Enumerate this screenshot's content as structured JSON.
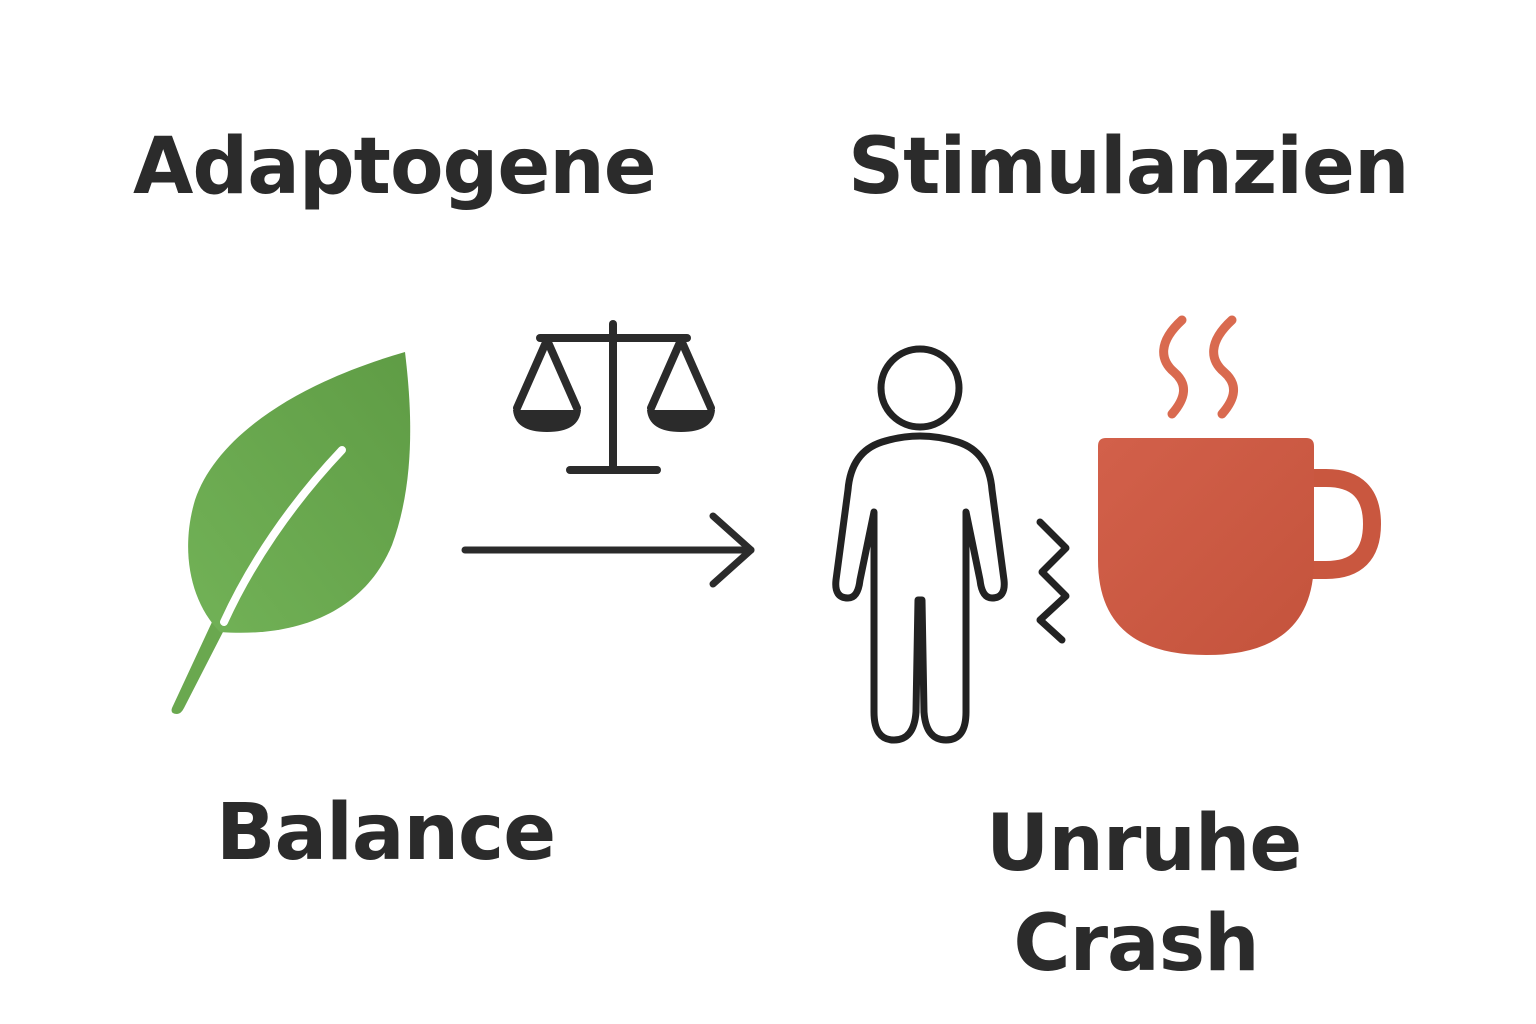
{
  "diagram": {
    "left_title": "Adaptogene",
    "right_title": "Stimulanzien",
    "left_effect": "Balance",
    "right_effects": [
      "Unruhe",
      "Crash"
    ]
  },
  "icons": {
    "leaf": "leaf-icon",
    "scale": "balance-scale-icon",
    "arrow": "arrow-right-icon",
    "person": "person-icon",
    "jitter": "zigzag-jitter-icon",
    "cup": "hot-coffee-cup-icon"
  },
  "colors": {
    "text": "#2b2b2b",
    "leaf": "#6aa84f",
    "cup": "#cc5a42",
    "steam": "#d96a4f",
    "outline": "#222222"
  }
}
